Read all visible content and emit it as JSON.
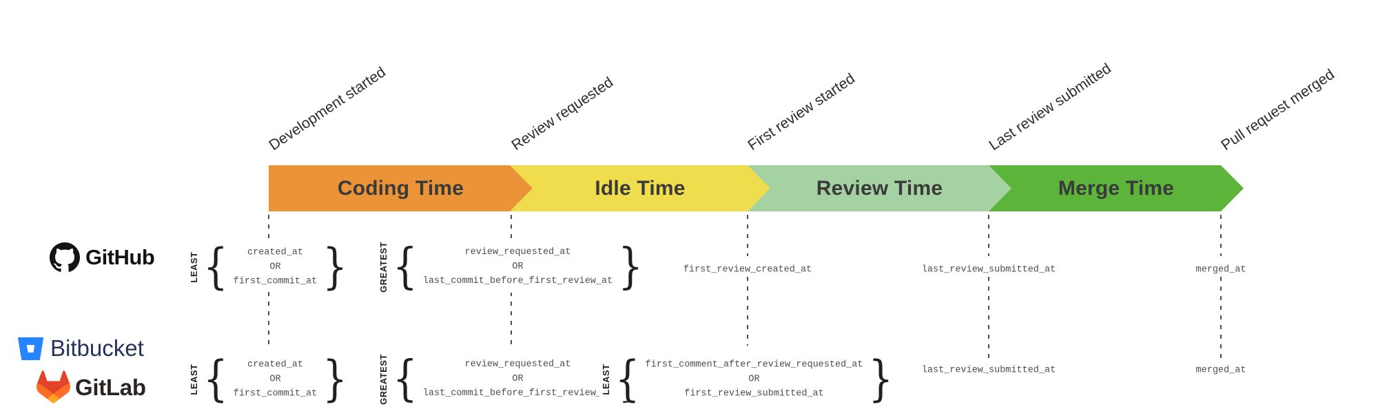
{
  "colors": {
    "background": "#ffffff",
    "dashed_line": "#4c4c4c",
    "band_text": "#3a3a3a",
    "mono_text": "#4e4e4e",
    "github_mark": "#161412",
    "bitbucket_mark": "#2684FF",
    "bitbucket_wordmark": "#24345C",
    "gitlab_wordmark": "#2a2521"
  },
  "timeline": {
    "milestones": [
      "Development started",
      "Review requested",
      "First review started",
      "Last review submitted",
      "Pull request merged"
    ],
    "segments": [
      {
        "label": "Coding Time",
        "color": "#EB9437"
      },
      {
        "label": "Idle Time",
        "color": "#F0DD4D"
      },
      {
        "label": "Review Time",
        "color": "#A5D2A2"
      },
      {
        "label": "Merge Time",
        "color": "#5CB53A"
      }
    ]
  },
  "providers": {
    "github": {
      "name": "GitHub",
      "icon": "github-octocat-icon"
    },
    "bitbucket": {
      "name": "Bitbucket",
      "icon": "bitbucket-bucket-icon"
    },
    "gitlab": {
      "name": "GitLab",
      "icon": "gitlab-tanuki-icon"
    }
  },
  "github_row": {
    "coding_start": {
      "prefix": "LEAST",
      "option1": "created_at",
      "operator": "OR",
      "option2": "first_commit_at"
    },
    "idle_start": {
      "prefix": "GREATEST",
      "option1": "review_requested_at",
      "operator": "OR",
      "option2": "last_commit_before_first_review_at"
    },
    "review_start": "first_review_created_at",
    "merge_start": "last_review_submitted_at",
    "merged": "merged_at"
  },
  "bitbucket_gitlab_row": {
    "coding_start": {
      "prefix": "LEAST",
      "option1": "created_at",
      "operator": "OR",
      "option2": "first_commit_at"
    },
    "idle_start": {
      "prefix": "GREATEST",
      "option1": "review_requested_at",
      "operator": "OR",
      "option2": "last_commit_before_first_review_at"
    },
    "review_start": {
      "prefix": "LEAST",
      "option1": "first_comment_after_review_requested_at",
      "operator": "OR",
      "option2": "first_review_submitted_at"
    },
    "merge_start": "last_review_submitted_at",
    "merged": "merged_at"
  }
}
